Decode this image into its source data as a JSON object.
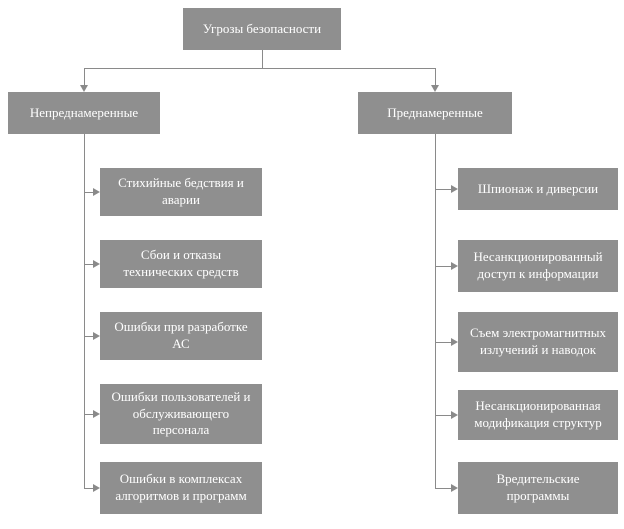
{
  "diagram": {
    "root": {
      "label": "Угрозы безопасности"
    },
    "left": {
      "label": "Непреднамеренные",
      "items": [
        {
          "label": "Стихийные бедствия и аварии"
        },
        {
          "label": "Сбои и отказы технических средств"
        },
        {
          "label": "Ошибки при разработке АС"
        },
        {
          "label": "Ошибки пользователей и обслуживающего персонала"
        },
        {
          "label": "Ошибки в комплексах алгоритмов и программ"
        }
      ]
    },
    "right": {
      "label": "Преднамеренные",
      "items": [
        {
          "label": "Шпионаж и диверсии"
        },
        {
          "label": "Несанкционированный доступ к информации"
        },
        {
          "label": "Съем электромагнитных излучений и наводок"
        },
        {
          "label": "Несанкционированная модификация структур"
        },
        {
          "label": "Вредительские программы"
        }
      ]
    }
  },
  "colors": {
    "box-bg": "#8f8f8f",
    "box-text": "#ffffff",
    "line": "#8a8a8a",
    "page-bg": "#ffffff"
  }
}
